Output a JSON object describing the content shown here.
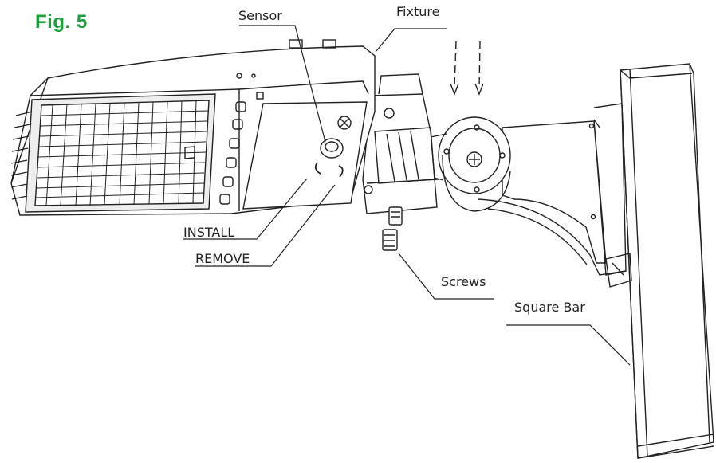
{
  "figure": {
    "title": "Fig. 5",
    "title_color": "#1a9f3a"
  },
  "labels": {
    "sensor": "Sensor",
    "fixture": "Fixture",
    "install": "INSTALL",
    "remove": "REMOVE",
    "screws": "Screws",
    "square_bar": "Square Bar"
  },
  "colors": {
    "line": "#222222",
    "background": "#ffffff"
  }
}
